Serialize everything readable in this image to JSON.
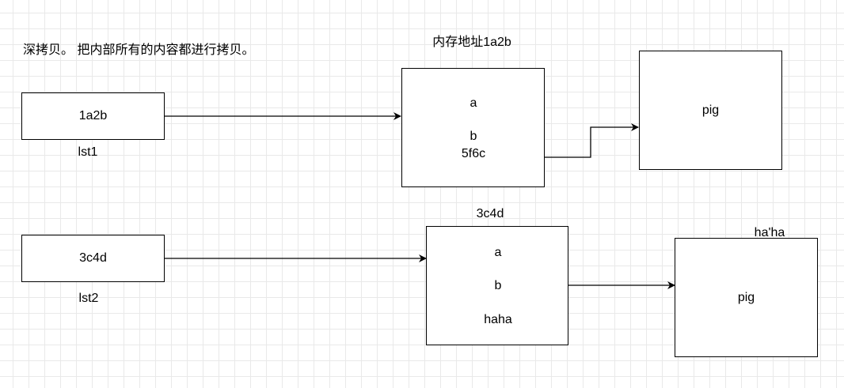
{
  "title_note": "深拷贝。 把内部所有的内容都进行拷贝。",
  "row1": {
    "var_box": "1a2b",
    "var_label": "lst1",
    "list_header": "内存地址1a2b",
    "list_item_a": "a",
    "list_item_b": "b",
    "list_item_ref": "5f6c",
    "inner_box": "pig"
  },
  "row2": {
    "var_box": "3c4d",
    "var_label": "lst2",
    "list_header": "3c4d",
    "list_item_a": "a",
    "list_item_b": "b",
    "list_item_ref": "haha",
    "inner_header": "ha'ha",
    "inner_box": "pig"
  },
  "colors": {
    "stroke": "#000000",
    "grid": "#e9e9e9",
    "background": "#ffffff"
  }
}
